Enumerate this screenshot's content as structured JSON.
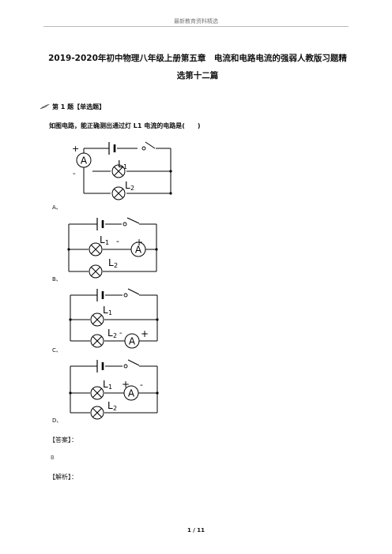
{
  "header": {
    "text": "最新教育资料精选"
  },
  "title": {
    "line1": "2019-2020年初中物理八年级上册第五章　电流和电路电流的强弱人教版习题精",
    "line2": "选第十二篇"
  },
  "question": {
    "heading": "第 1 题【单选题】",
    "stem": "如图电路，能正确测出通过灯 L1 电流的电路是(　　)",
    "options": [
      "A、",
      "B、",
      "C、",
      "D、"
    ]
  },
  "circuit": {
    "ammeter": "A",
    "plus": "+",
    "minus": "-",
    "lamp1": "L",
    "lamp1_sub": "1",
    "lamp2": "L",
    "lamp2_sub": "2"
  },
  "answer": {
    "label": "【答案】：",
    "value": "B"
  },
  "analysis": {
    "label": "【解析】："
  },
  "footer": {
    "page": "1 / 11"
  }
}
